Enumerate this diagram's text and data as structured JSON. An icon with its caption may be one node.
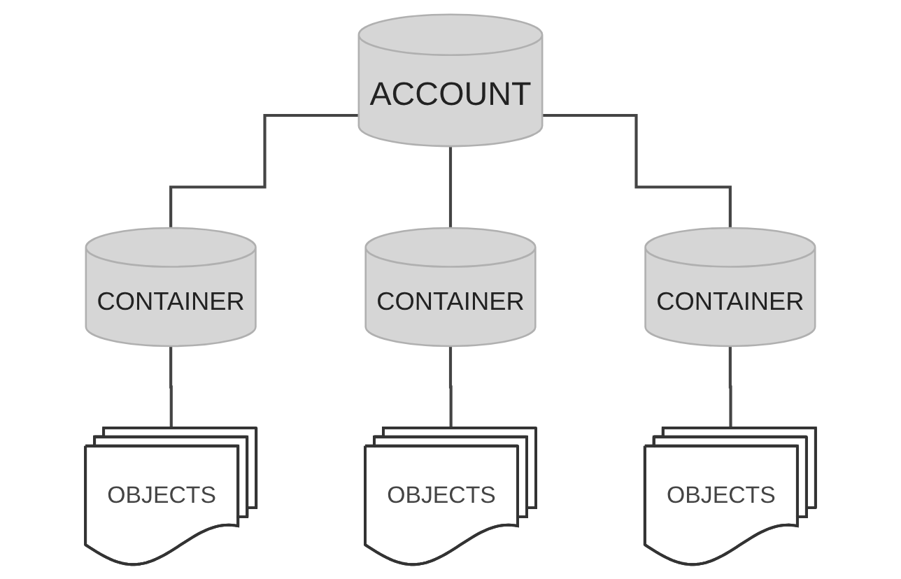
{
  "diagram": {
    "nodes": [
      {
        "text": [
          "ACCOUNT"
        ]
      },
      {
        "text": [
          "CONTAINER"
        ]
      },
      {
        "text": [
          "CONTAINER"
        ]
      },
      {
        "text": [
          "CONTAINER"
        ]
      },
      {
        "text": [
          "OBJECTS"
        ]
      },
      {
        "text": [
          "OBJECTS"
        ]
      },
      {
        "text": [
          "OBJECTS"
        ]
      }
    ],
    "edges": [
      {
        "from": 0,
        "to": 1,
        "arrow": "none"
      },
      {
        "from": 0,
        "to": 2,
        "arrow": "none"
      },
      {
        "from": 0,
        "to": 3,
        "arrow": "none"
      },
      {
        "from": 1,
        "to": 4,
        "arrow": "none"
      },
      {
        "from": 2,
        "to": 5,
        "arrow": "none"
      },
      {
        "from": 3,
        "to": 6,
        "arrow": "none"
      }
    ]
  }
}
